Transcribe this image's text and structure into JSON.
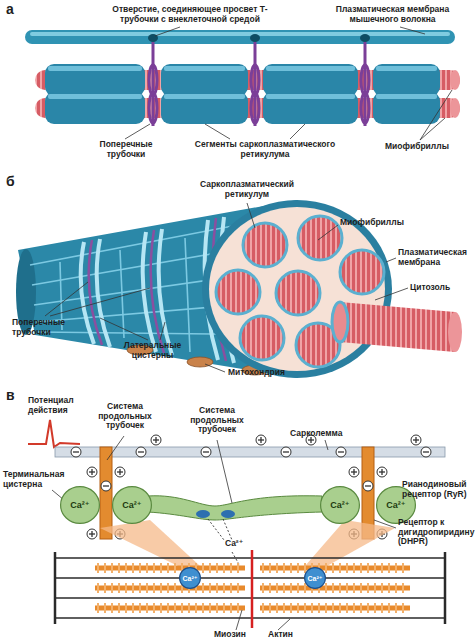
{
  "diagram": {
    "nodes": [
      {
        "text": [
          "Ca²⁺"
        ]
      },
      {
        "text": [
          "Ca²⁺"
        ]
      },
      {
        "text": [
          "Ca²⁺"
        ]
      },
      {
        "text": [
          "Ca²⁺"
        ]
      },
      {
        "text": [
          "Ca²⁺"
        ]
      },
      {
        "text": [
          "Ca²⁺"
        ]
      }
    ],
    "labels": [
      "а",
      "Отверстие, соединяющее просвет Т-трубочки с внеклеточной средой",
      "Плазматическая мембрана мышечного волокна",
      "Поперечные трубочки",
      "Сегменты саркоплазматического ретикулума",
      "Миофибриллы",
      "б",
      "Саркоплазматический ретикулум",
      "Миофибриллы",
      "Плазматическая мембрана",
      "Цитозоль",
      "Поперечные трубочки",
      "Латеральные цистерны",
      "Митохондрия",
      "в",
      "Потенциал действия",
      "Система продольных трубочек",
      "Система продольных трубочек",
      "Сарколемма",
      "Терминальная цистерна",
      "Рианодиновый рецептор (RyR)",
      "Рецептор к дигидропиридину (DHPR)",
      "Ca²⁺",
      "Миозин",
      "Актин"
    ]
  }
}
